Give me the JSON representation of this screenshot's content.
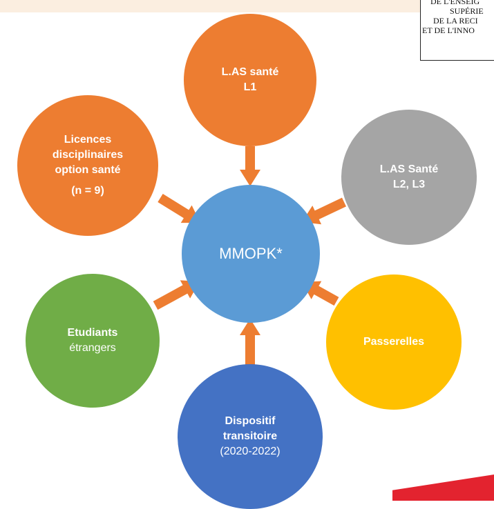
{
  "ministry": {
    "lines": [
      "DE L'ENSEIG",
      "SUPÉRIE",
      "DE LA RECI",
      "ET DE L'INNO"
    ]
  },
  "center": {
    "label": "MMOPK*",
    "color": "#5b9bd5"
  },
  "nodes": {
    "las_sante_l1": {
      "lines": [
        "L.AS santé",
        "L1"
      ],
      "color": "#ed7d31"
    },
    "las_sante_l2_l3": {
      "lines": [
        "L.AS Santé",
        "L2, L3"
      ],
      "color": "#a5a5a5"
    },
    "licences": {
      "lines": [
        "Licences",
        "disciplinaires",
        "option santé",
        "(n = 9)"
      ],
      "color": "#ed7d31"
    },
    "etudiants": {
      "lines": [
        "Etudiants",
        "étrangers"
      ],
      "color": "#70ad47"
    },
    "passerelles": {
      "lines": [
        "Passerelles"
      ],
      "color": "#ffc000"
    },
    "dispositif": {
      "lines": [
        "Dispositif",
        "transitoire",
        "(2020-2022)"
      ],
      "color": "#4472c4"
    }
  },
  "arrow_color": "#ed7d31"
}
